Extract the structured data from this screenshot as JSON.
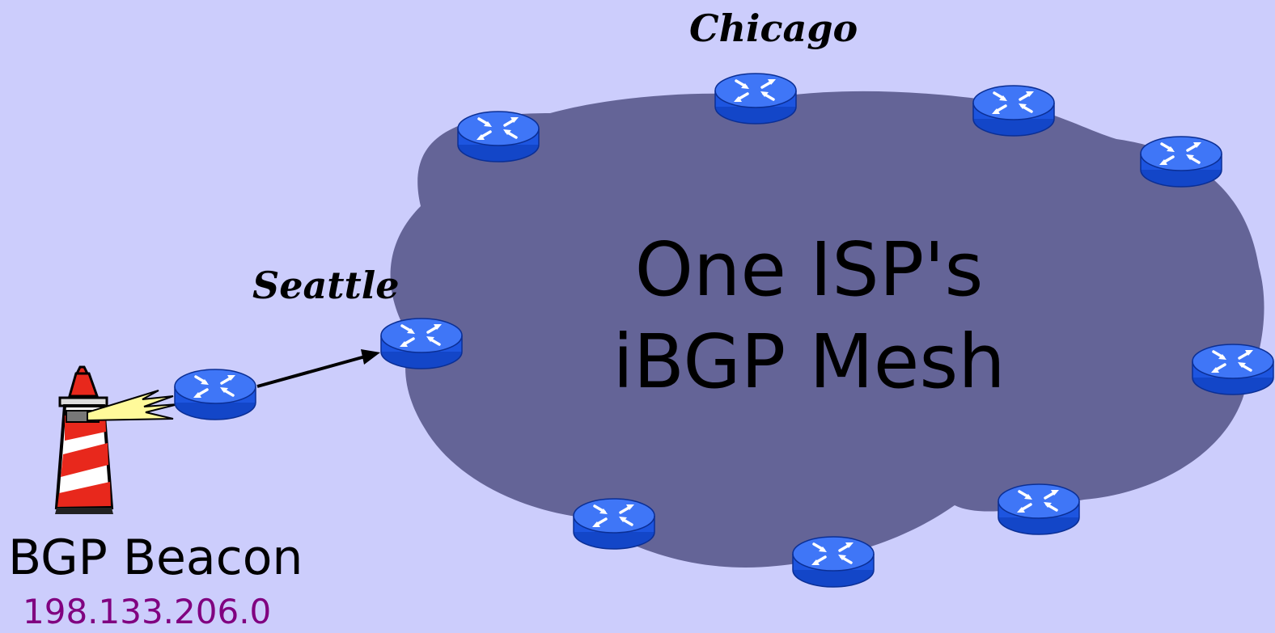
{
  "diagram": {
    "cloud_title_line1": "One ISP's",
    "cloud_title_line2": "iBGP Mesh",
    "city_labels": {
      "chicago": "Chicago",
      "seattle": "Seattle"
    },
    "beacon": {
      "label": "BGP Beacon",
      "prefix": "198.133.206.0"
    },
    "colors": {
      "background": "#cccdfc",
      "cloud": "#646497",
      "router_top": "#3a6ff6",
      "router_side": "#1a4fd8",
      "prefix_text": "#800080"
    }
  }
}
